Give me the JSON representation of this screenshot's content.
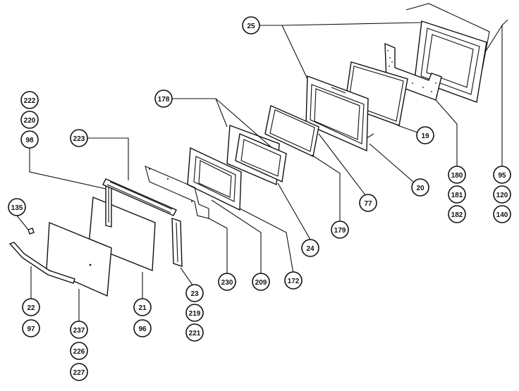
{
  "diagram": {
    "type": "exploded-parts-view",
    "callouts": {
      "c25": "25",
      "c19": "19",
      "c20": "20",
      "c77": "77",
      "c178": "178",
      "c179": "179",
      "c24": "24",
      "c172": "172",
      "c209": "209",
      "c230": "230",
      "c180": "180",
      "c181": "181",
      "c182": "182",
      "c95": "95",
      "c120": "120",
      "c140": "140",
      "c222": "222",
      "c220": "220",
      "c98": "98",
      "c223": "223",
      "c135": "135",
      "c22": "22",
      "c97": "97",
      "c237": "237",
      "c226": "226",
      "c227": "227",
      "c21": "21",
      "c96": "96",
      "c23": "23",
      "c219": "219",
      "c221": "221"
    }
  }
}
